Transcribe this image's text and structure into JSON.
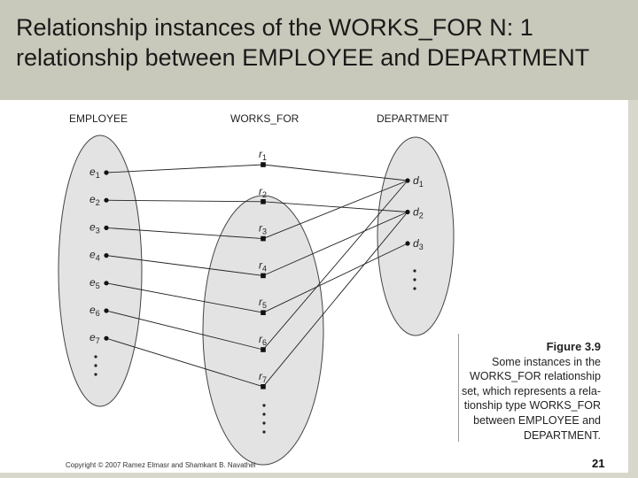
{
  "slide": {
    "title": "Relationship instances of the WORKS_FOR N: 1 relationship between EMPLOYEE and DEPARTMENT",
    "copyright": "Copyright © 2007 Ramez Elmasr and Shamkant B. Navathei",
    "page_number": "21"
  },
  "diagram": {
    "entity_sets": [
      {
        "name": "EMPLOYEE",
        "members": [
          "e1",
          "e2",
          "e3",
          "e4",
          "e5",
          "e6",
          "e7"
        ]
      },
      {
        "name": "WORKS_FOR",
        "members": [
          "r1",
          "r2",
          "r3",
          "r4",
          "r5",
          "r6",
          "r7"
        ]
      },
      {
        "name": "DEPARTMENT",
        "members": [
          "d1",
          "d2",
          "d3"
        ]
      }
    ],
    "links": [
      {
        "employee": "e1",
        "relationship": "r1",
        "department": "d1"
      },
      {
        "employee": "e2",
        "relationship": "r2",
        "department": "d2"
      },
      {
        "employee": "e3",
        "relationship": "r3",
        "department": "d1"
      },
      {
        "employee": "e4",
        "relationship": "r4",
        "department": "d2"
      },
      {
        "employee": "e5",
        "relationship": "r5",
        "department": "d3"
      },
      {
        "employee": "e6",
        "relationship": "r6",
        "department": "d1"
      },
      {
        "employee": "e7",
        "relationship": "r7",
        "department": "d2"
      }
    ],
    "caption": {
      "figure": "Figure 3.9",
      "lines": [
        "Some instances in the",
        "WORKS_FOR relationship",
        "set, which represents a rela-",
        "tionship type WORKS_FOR",
        "between EMPLOYEE and",
        "DEPARTMENT."
      ]
    }
  }
}
